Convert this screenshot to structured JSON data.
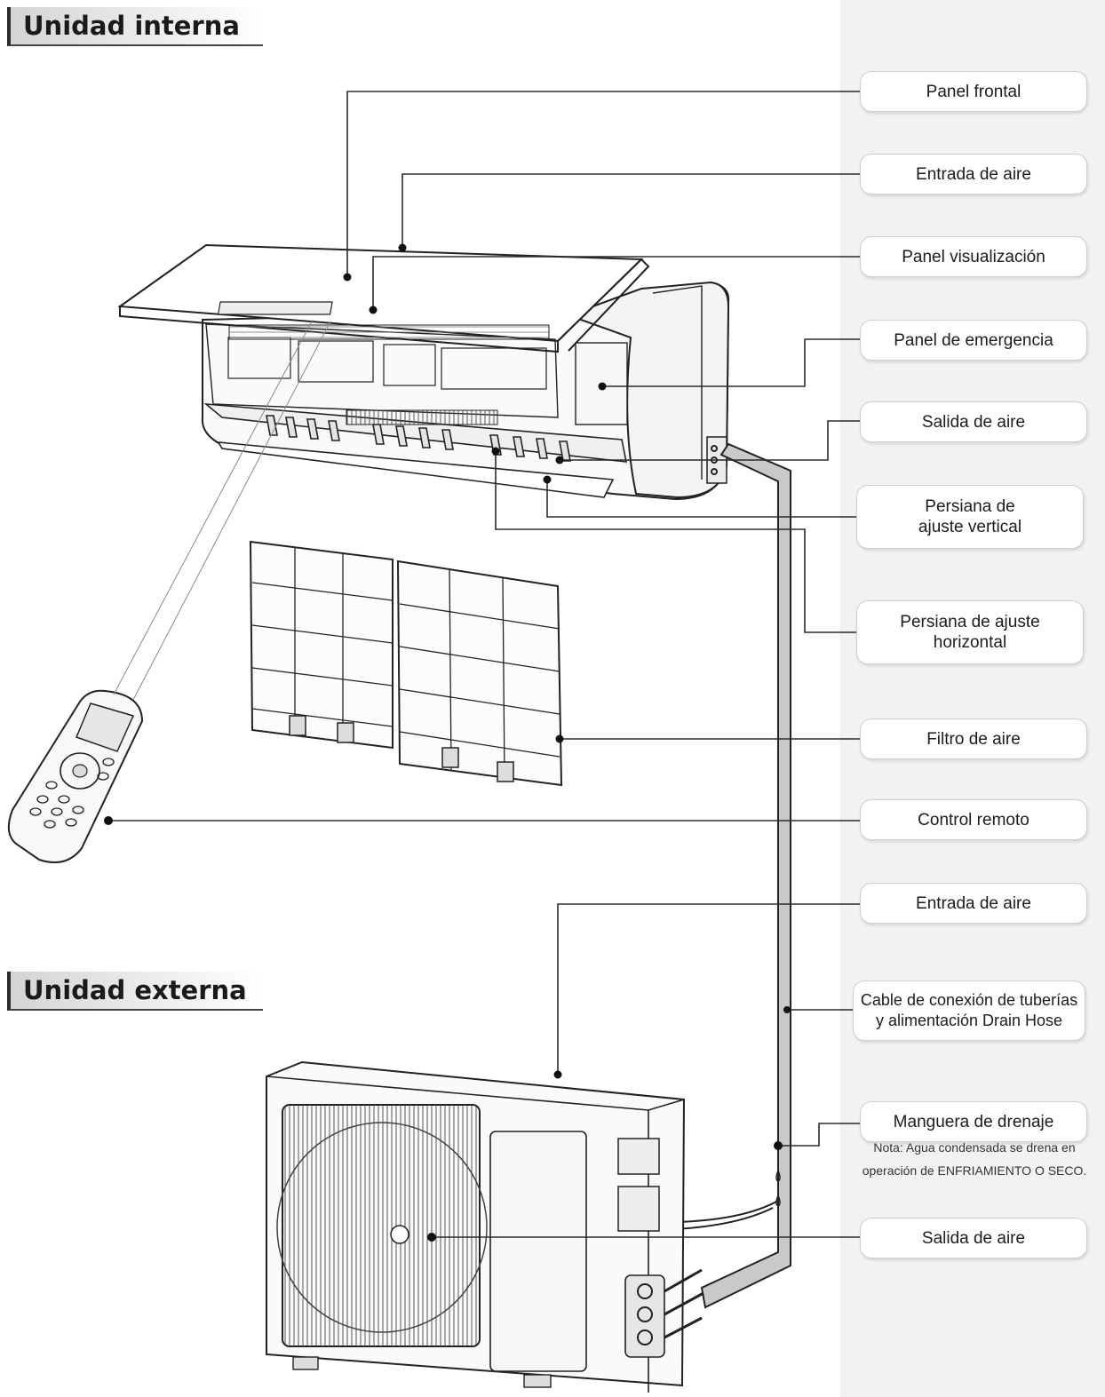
{
  "sections": {
    "indoor_title": "Unidad interna",
    "outdoor_title": "Unidad externa"
  },
  "labels": {
    "front_panel": "Panel frontal",
    "air_inlet_indoor": "Entrada de aire",
    "display_panel": "Panel visualización",
    "emergency_panel": "Panel de emergencia",
    "air_outlet_indoor": "Salida de aire",
    "vertical_louver_line1": "Persiana de",
    "vertical_louver_line2": "ajuste vertical",
    "horizontal_louver_line1": "Persiana de ajuste",
    "horizontal_louver_line2": "horizontal",
    "air_filter": "Filtro de aire",
    "remote_control": "Control remoto",
    "air_inlet_outdoor": "Entrada de aire",
    "cable_line1": "Cable de conexión de tuberías",
    "cable_line2": "y alimentación Drain Hose",
    "drain_hose": "Manguera de drenaje",
    "note_line1": "Nota: Agua condensada se drena en",
    "note_line2": "operación de ENFRIAMIENTO O SECO.",
    "air_outlet_outdoor": "Salida de aire"
  },
  "colors": {
    "side_panel": "#f2f2f2",
    "line": "#2b2b2b",
    "pipe_fill": "#c9c9c9"
  }
}
